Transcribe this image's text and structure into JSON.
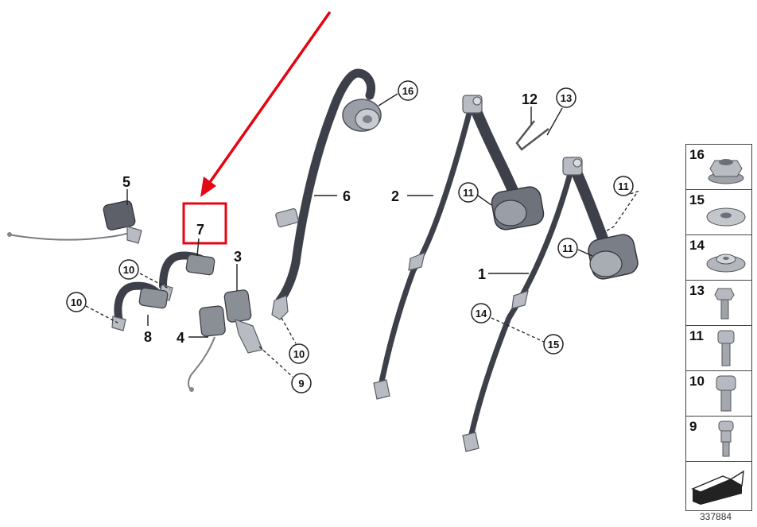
{
  "callouts": {
    "c1": "1",
    "c2": "2",
    "c3": "3",
    "c4": "4",
    "c5": "5",
    "c6": "6",
    "c7": "7",
    "c8": "8",
    "c9": "9",
    "c10a": "10",
    "c10b": "10",
    "c10c": "10",
    "c11a": "11",
    "c11b": "11",
    "c11c": "11",
    "c12": "12",
    "c13": "13",
    "c14": "14",
    "c15": "15",
    "c16": "16"
  },
  "legend": {
    "items": [
      {
        "label": "16",
        "icon": "flange-nut-icon"
      },
      {
        "label": "15",
        "icon": "washer-icon"
      },
      {
        "label": "14",
        "icon": "clip-nut-icon"
      },
      {
        "label": "13",
        "icon": "hex-bolt-icon"
      },
      {
        "label": "11",
        "icon": "socket-screw-icon"
      },
      {
        "label": "10",
        "icon": "socket-screw-icon"
      },
      {
        "label": "9",
        "icon": "shoulder-screw-icon"
      }
    ],
    "direction_icon": "direction-arrow-icon"
  },
  "reference_number": "337884",
  "highlight_color": "#e30613"
}
